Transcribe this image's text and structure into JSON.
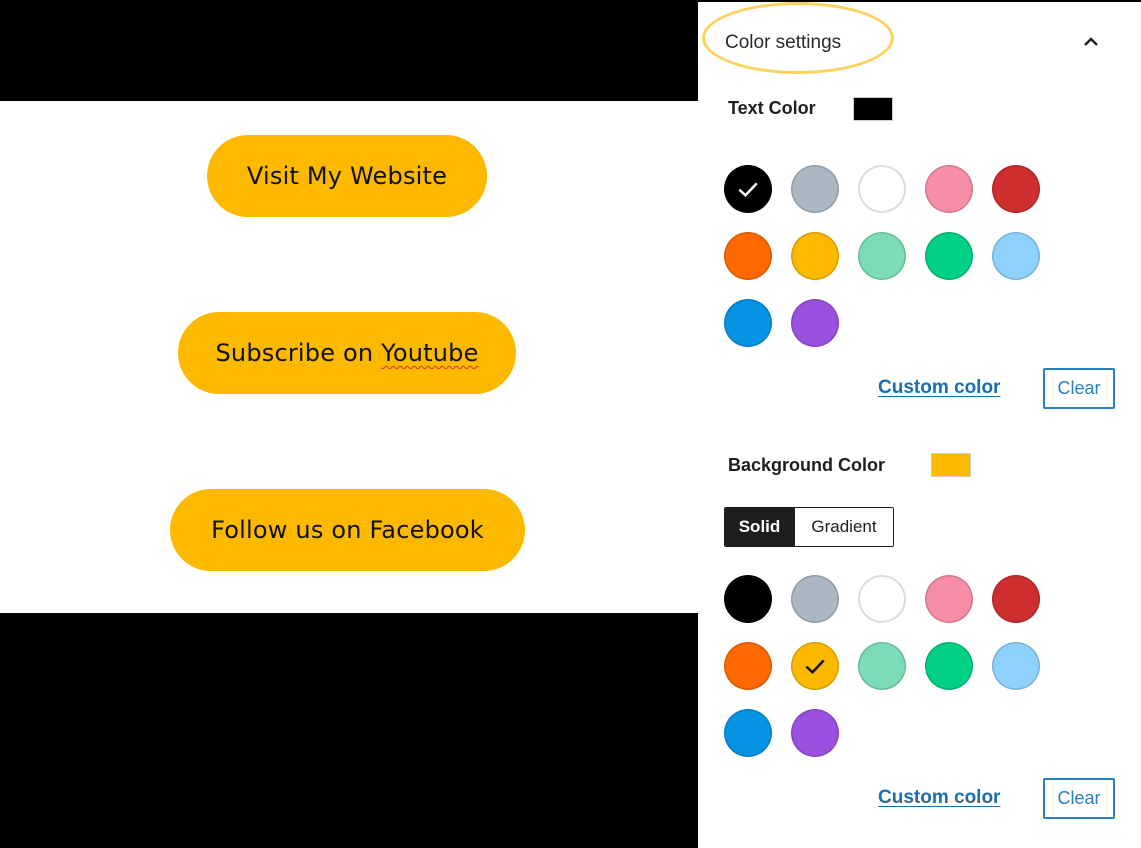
{
  "preview": {
    "background": "#000000",
    "band_background": "#FFFFFF",
    "buttons": [
      {
        "label": "Visit My Website",
        "bg": "#FCB900",
        "text_color": "#111111"
      },
      {
        "label_prefix": "Subscribe on ",
        "label_spell": "Youtube",
        "bg": "#FCB900",
        "text_color": "#111111"
      },
      {
        "label": "Follow us on Facebook",
        "bg": "#FCB900",
        "text_color": "#111111"
      }
    ]
  },
  "panel": {
    "title": "Color settings",
    "collapse_icon": "chevron-up-icon",
    "highlight_color": "#FCD25C",
    "text_color": {
      "label": "Text Color",
      "current": "#000000",
      "selected_index": 0,
      "swatches": [
        {
          "name": "black",
          "hex": "#000000"
        },
        {
          "name": "cyan-bluish-gray",
          "hex": "#ABB8C3"
        },
        {
          "name": "white",
          "hex": "#FFFFFF"
        },
        {
          "name": "pale-pink",
          "hex": "#F78DA7"
        },
        {
          "name": "vivid-red",
          "hex": "#CF2E2E"
        },
        {
          "name": "luminous-vivid-orange",
          "hex": "#FF6900"
        },
        {
          "name": "luminous-vivid-amber",
          "hex": "#FCB900"
        },
        {
          "name": "light-green-cyan",
          "hex": "#7BDCB5"
        },
        {
          "name": "vivid-green-cyan",
          "hex": "#00D084"
        },
        {
          "name": "pale-cyan-blue",
          "hex": "#8ED1FC"
        },
        {
          "name": "vivid-cyan-blue",
          "hex": "#0693E3"
        },
        {
          "name": "vivid-purple",
          "hex": "#9B51E0"
        }
      ],
      "custom_color_label": "Custom color",
      "clear_label": "Clear"
    },
    "background_color": {
      "label": "Background Color",
      "current": "#FCB900",
      "tabs": [
        {
          "label": "Solid",
          "active": true
        },
        {
          "label": "Gradient",
          "active": false
        }
      ],
      "selected_index": 6,
      "swatches": [
        {
          "name": "black",
          "hex": "#000000"
        },
        {
          "name": "cyan-bluish-gray",
          "hex": "#ABB8C3"
        },
        {
          "name": "white",
          "hex": "#FFFFFF"
        },
        {
          "name": "pale-pink",
          "hex": "#F78DA7"
        },
        {
          "name": "vivid-red",
          "hex": "#CF2E2E"
        },
        {
          "name": "luminous-vivid-orange",
          "hex": "#FF6900"
        },
        {
          "name": "luminous-vivid-amber",
          "hex": "#FCB900"
        },
        {
          "name": "light-green-cyan",
          "hex": "#7BDCB5"
        },
        {
          "name": "vivid-green-cyan",
          "hex": "#00D084"
        },
        {
          "name": "pale-cyan-blue",
          "hex": "#8ED1FC"
        },
        {
          "name": "vivid-cyan-blue",
          "hex": "#0693E3"
        },
        {
          "name": "vivid-purple",
          "hex": "#9B51E0"
        }
      ],
      "custom_color_label": "Custom color",
      "clear_label": "Clear"
    },
    "link_color": "#1A6FB0"
  }
}
